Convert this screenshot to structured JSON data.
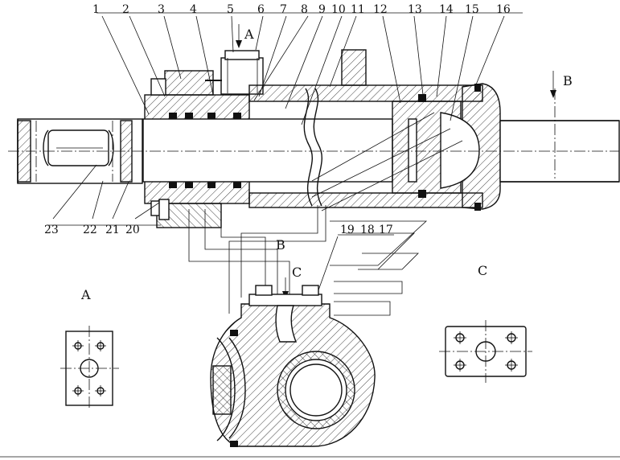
{
  "part_numbers": [
    "1",
    "2",
    "3",
    "4",
    "5",
    "6",
    "7",
    "8",
    "9",
    "10",
    "11",
    "12",
    "13",
    "14",
    "15",
    "16",
    "17",
    "18",
    "19",
    "20",
    "21",
    "22",
    "23"
  ],
  "view_labels": {
    "a_arrow": "A",
    "b_arrow": "B",
    "b_section": "B",
    "c_arrow": "C",
    "a_view": "A",
    "c_view": "C"
  }
}
